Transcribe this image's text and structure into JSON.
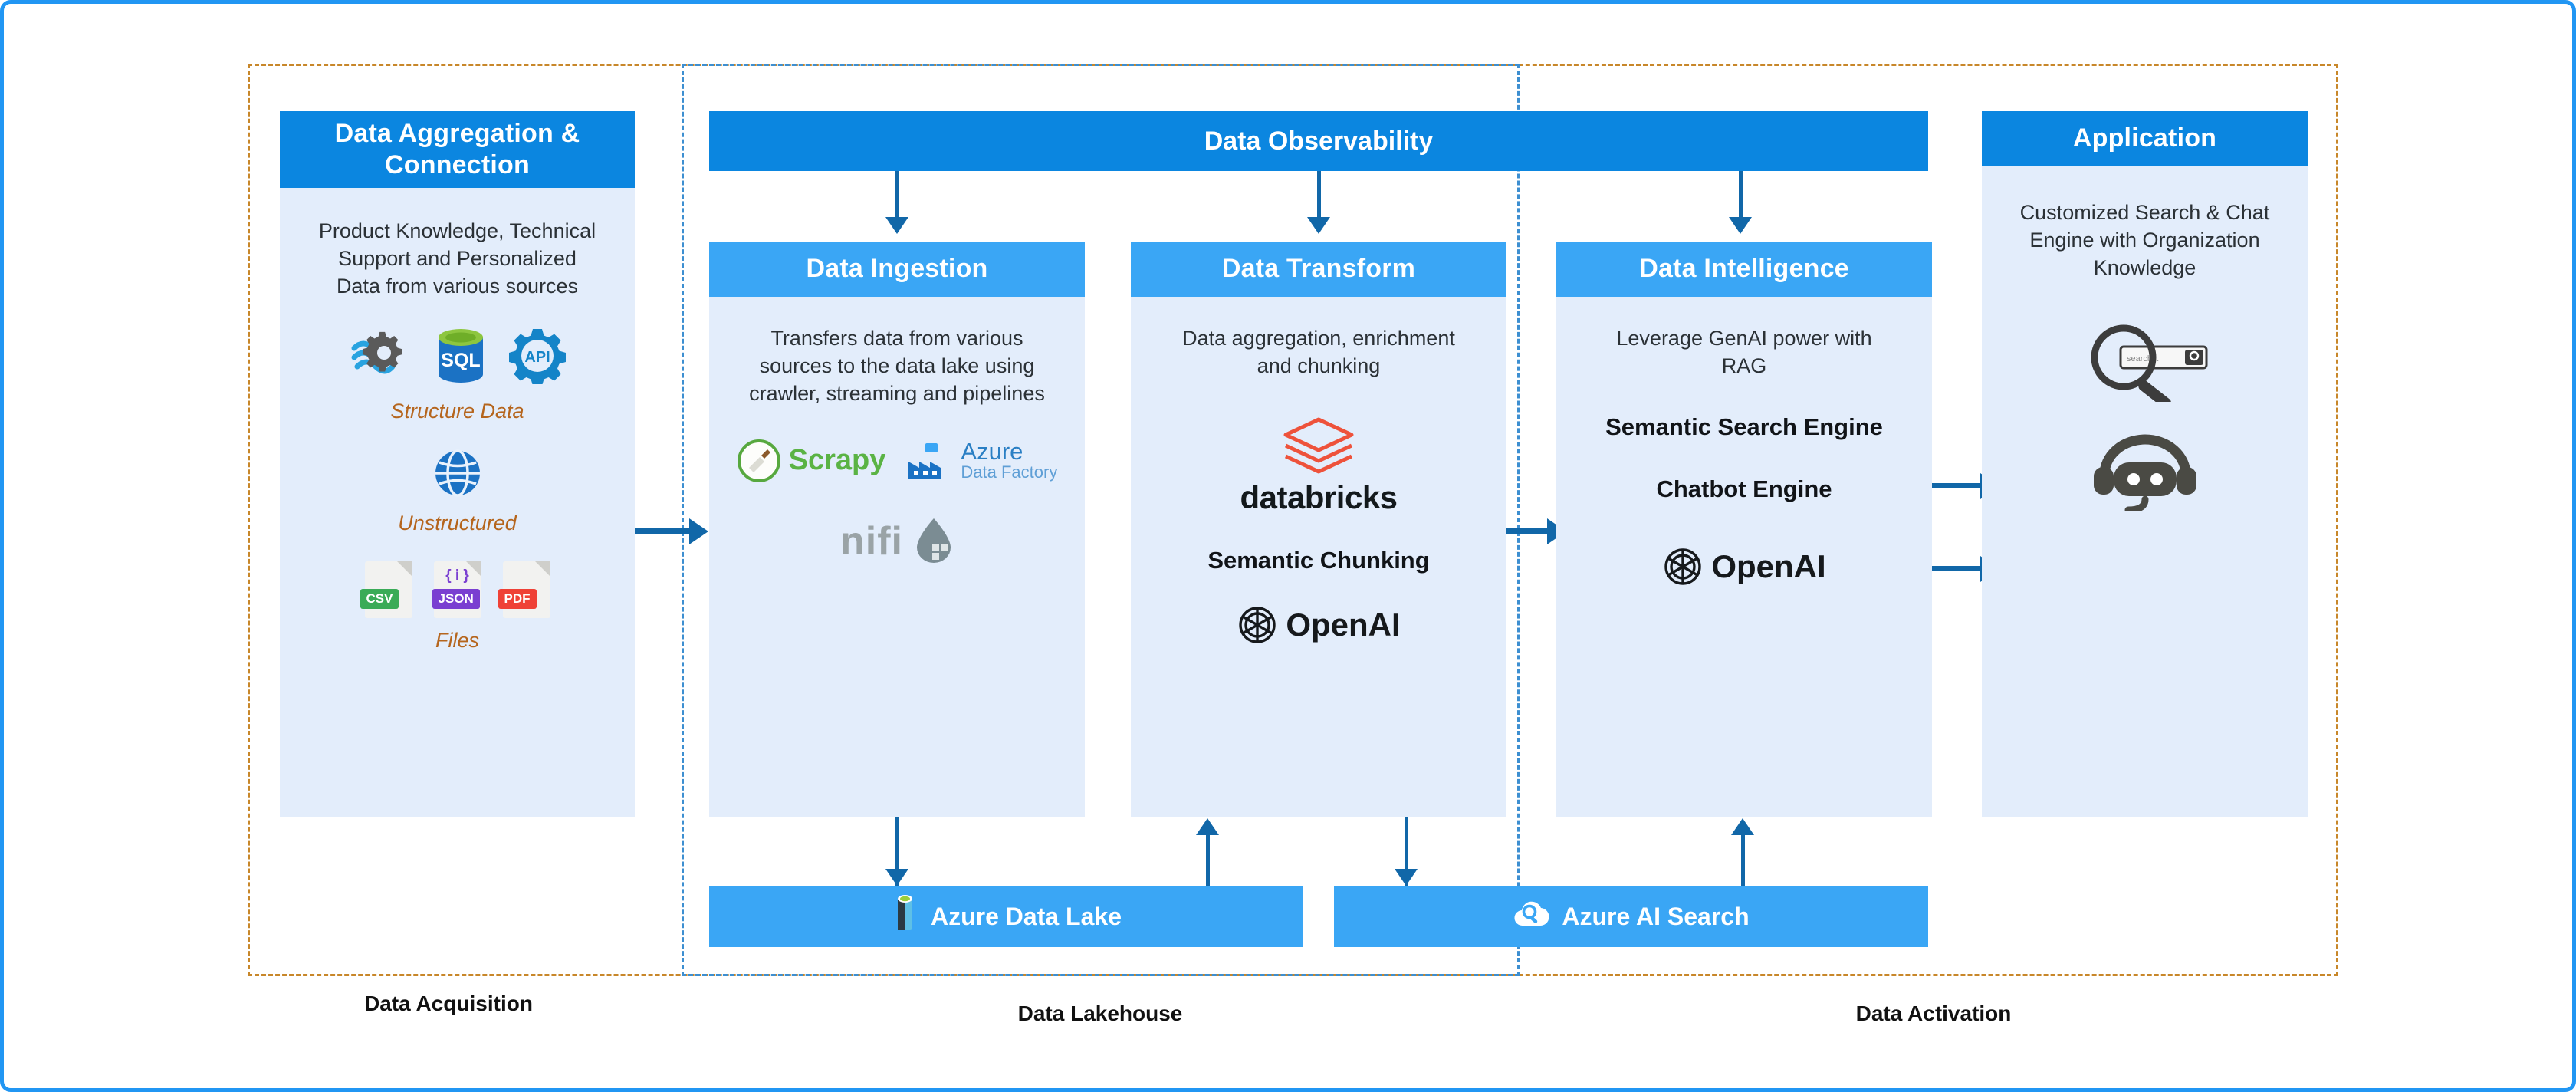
{
  "diagram": {
    "zones": [
      {
        "id": "acquisition",
        "label": "Data Acquisition"
      },
      {
        "id": "lakehouse",
        "label": "Data Lakehouse"
      },
      {
        "id": "activation",
        "label": "Data Activation"
      }
    ],
    "banner": {
      "label": "Data Observability"
    },
    "columns": [
      {
        "id": "aggregation",
        "title": "Data Aggregation & Connection",
        "description": "Product Knowledge, Technical Support and Personalized Data from various sources",
        "groups": [
          {
            "caption": "Structure Data",
            "icons": [
              "dataflow-gear-icon",
              "sql-database-icon",
              "api-gear-icon"
            ]
          },
          {
            "caption": "Unstructured",
            "icons": [
              "globe-icon"
            ]
          },
          {
            "caption": "Files",
            "icons": [
              "csv-file-icon",
              "json-file-icon",
              "pdf-file-icon"
            ]
          }
        ],
        "file_labels": [
          "CSV",
          "{ i }",
          "JSON",
          "PDF"
        ]
      },
      {
        "id": "ingestion",
        "title": "Data Ingestion",
        "description": "Transfers data from various sources to the data lake using crawler, streaming and pipelines",
        "logos": [
          {
            "name": "scrapy-logo",
            "text": "Scrapy"
          },
          {
            "name": "azure-data-factory-logo",
            "text": "Azure",
            "subtext": "Data Factory"
          },
          {
            "name": "apache-nifi-logo",
            "text": "nifi"
          }
        ]
      },
      {
        "id": "transform",
        "title": "Data Transform",
        "description": "Data aggregation, enrichment and chunking",
        "logos": [
          {
            "name": "databricks-logo",
            "text": "databricks"
          },
          {
            "name": "openai-logo",
            "text": "OpenAI"
          }
        ],
        "highlights": [
          "Semantic Chunking"
        ]
      },
      {
        "id": "intelligence",
        "title": "Data Intelligence",
        "description": "Leverage GenAI power with RAG",
        "highlights": [
          "Semantic Search Engine",
          "Chatbot Engine"
        ],
        "logos": [
          {
            "name": "openai-logo",
            "text": "OpenAI"
          }
        ]
      },
      {
        "id": "application",
        "title": "Application",
        "description": "Customized Search & Chat Engine with Organization Knowledge",
        "icons": [
          "search-magnifier-icon",
          "chatbot-headset-icon"
        ]
      }
    ],
    "stores": [
      {
        "id": "azure-data-lake",
        "label": "Azure Data Lake",
        "icon": "azure-data-lake-icon"
      },
      {
        "id": "azure-ai-search",
        "label": "Azure AI Search",
        "icon": "azure-ai-search-icon"
      }
    ],
    "colors": {
      "header_dark": "#0b86e0",
      "header_light": "#3aa6f5",
      "card_body": "#e3edfb",
      "connector": "#1167a8",
      "zone_outer_dash": "#c8872a",
      "zone_lakehouse_dash": "#3d8fd1",
      "caption_italic": "#b5651d",
      "frame": "#2196f3"
    }
  }
}
